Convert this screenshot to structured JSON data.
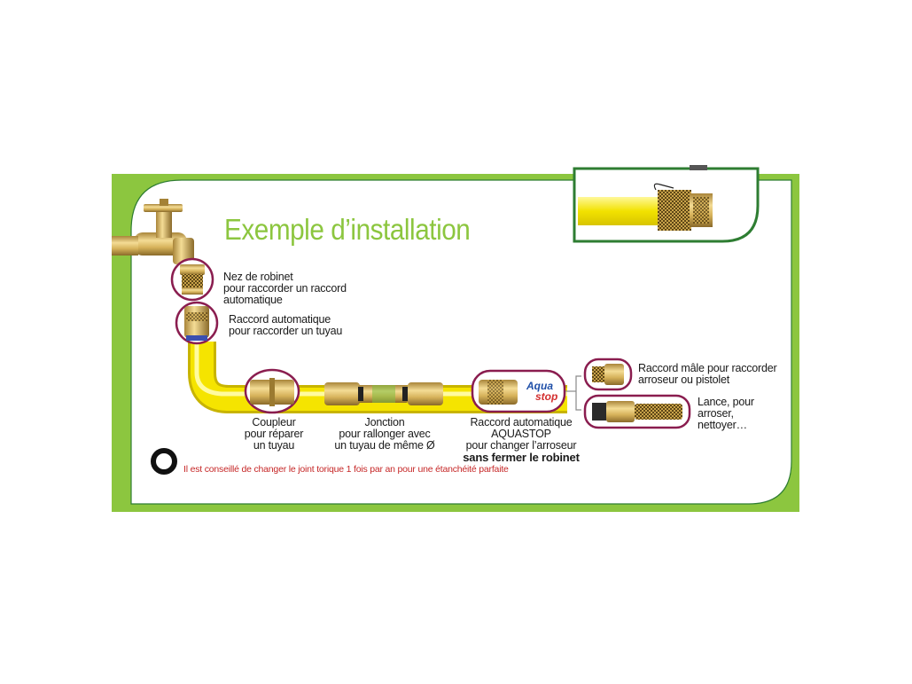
{
  "title": "Exemple d’installation",
  "labels": {
    "tap_nose": [
      "Nez de robinet",
      "pour raccorder un raccord",
      "automatique"
    ],
    "auto_connector": [
      "Raccord automatique",
      "pour raccorder un tuyau"
    ],
    "coupler": [
      "Coupleur",
      "pour réparer",
      "un tuyau"
    ],
    "junction": [
      "Jonction",
      "pour rallonger avec",
      "un tuyau de même Ø"
    ],
    "aquastop": [
      "Raccord automatique",
      "AQUASTOP",
      "pour changer l’arroseur"
    ],
    "aquastop_emphasis": "sans fermer le robinet",
    "male_connector": [
      "Raccord mâle pour raccorder",
      "arroseur ou pistolet"
    ],
    "lance": [
      "Lance, pour",
      "arroser,",
      "nettoyer…"
    ]
  },
  "aquastop_logo": [
    "Aqua",
    "stop"
  ],
  "note": "Il est conseillé de changer le joint torique 1 fois par an pour une étanchéité parfaite",
  "colors": {
    "frame_green": "#8cc63f",
    "title_green": "#8cc63f",
    "dark_green": "#2e7d32",
    "circle": "#8a1d4f",
    "hose": "#f5e400",
    "brass": "#d8b65a",
    "note_red": "#c62828"
  }
}
